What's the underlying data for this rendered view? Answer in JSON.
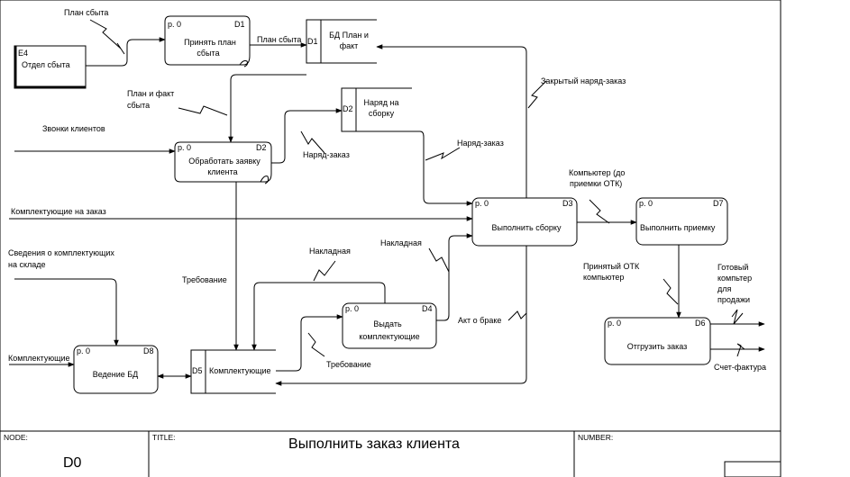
{
  "frame": {
    "node_caption": "NODE:",
    "node_value": "D0",
    "title_caption": "TITLE:",
    "title_value": "Выполнить заказ клиента",
    "number_caption": "NUMBER:"
  },
  "external_entities": [
    {
      "id": "e4",
      "code": "E4",
      "label": "Отдел сбыта"
    }
  ],
  "processes": [
    {
      "id": "d1",
      "page": "р. 0",
      "code": "D1",
      "lines": [
        "Принять план",
        "сбыта"
      ]
    },
    {
      "id": "d2",
      "page": "р. 0",
      "code": "D2",
      "lines": [
        "Обработать заявку",
        "клиента"
      ]
    },
    {
      "id": "d3",
      "page": "р. 0",
      "code": "D3",
      "lines": [
        "Выполнить сборку"
      ]
    },
    {
      "id": "d4",
      "page": "р. 0",
      "code": "D4",
      "lines": [
        "Выдать",
        "комплектующие"
      ]
    },
    {
      "id": "d6",
      "page": "р. 0",
      "code": "D6",
      "lines": [
        "Отгрузить заказ"
      ]
    },
    {
      "id": "d7",
      "page": "р. 0",
      "code": "D7",
      "lines": [
        "Выполнить приемку"
      ]
    },
    {
      "id": "d8",
      "page": "р. 0",
      "code": "D8",
      "lines": [
        "Ведение БД"
      ]
    }
  ],
  "data_stores": [
    {
      "id": "s1",
      "code": "D1",
      "lines": [
        "БД План и",
        "факт"
      ]
    },
    {
      "id": "s2",
      "code": "D2",
      "lines": [
        "Наряд на",
        "сборку"
      ]
    },
    {
      "id": "s5",
      "code": "D5",
      "lines": [
        "Комплектующие"
      ]
    }
  ],
  "flows": [
    {
      "id": "f1",
      "lines": [
        "План сбыта"
      ]
    },
    {
      "id": "f2",
      "lines": [
        "План сбыта"
      ]
    },
    {
      "id": "f3",
      "lines": [
        "План и факт",
        "сбыта"
      ]
    },
    {
      "id": "f4",
      "lines": [
        "Звонки клиентов"
      ]
    },
    {
      "id": "f5",
      "lines": [
        "Наряд-заказ"
      ]
    },
    {
      "id": "f6",
      "lines": [
        "Наряд-заказ"
      ]
    },
    {
      "id": "f7",
      "lines": [
        "Закрытый наряд-заказ"
      ]
    },
    {
      "id": "f8",
      "lines": [
        "Комплектующие на заказ"
      ]
    },
    {
      "id": "f9",
      "lines": [
        "Компьютер (до",
        "приемки ОТК)"
      ]
    },
    {
      "id": "f10",
      "lines": [
        "Сведения о комплектующих",
        "на складе"
      ]
    },
    {
      "id": "f11",
      "lines": [
        "Требование"
      ]
    },
    {
      "id": "f12",
      "lines": [
        "Накладная"
      ]
    },
    {
      "id": "f13",
      "lines": [
        "Накладная"
      ]
    },
    {
      "id": "f14",
      "lines": [
        "Принятый ОТК",
        "компьютер"
      ]
    },
    {
      "id": "f15",
      "lines": [
        "Готовый",
        "компьтер",
        "для",
        "продажи"
      ]
    },
    {
      "id": "f16",
      "lines": [
        "Комплектующие"
      ]
    },
    {
      "id": "f17",
      "lines": [
        "Требование"
      ]
    },
    {
      "id": "f18",
      "lines": [
        "Акт о браке"
      ]
    },
    {
      "id": "f19",
      "lines": [
        "Счет-фактура"
      ]
    }
  ]
}
